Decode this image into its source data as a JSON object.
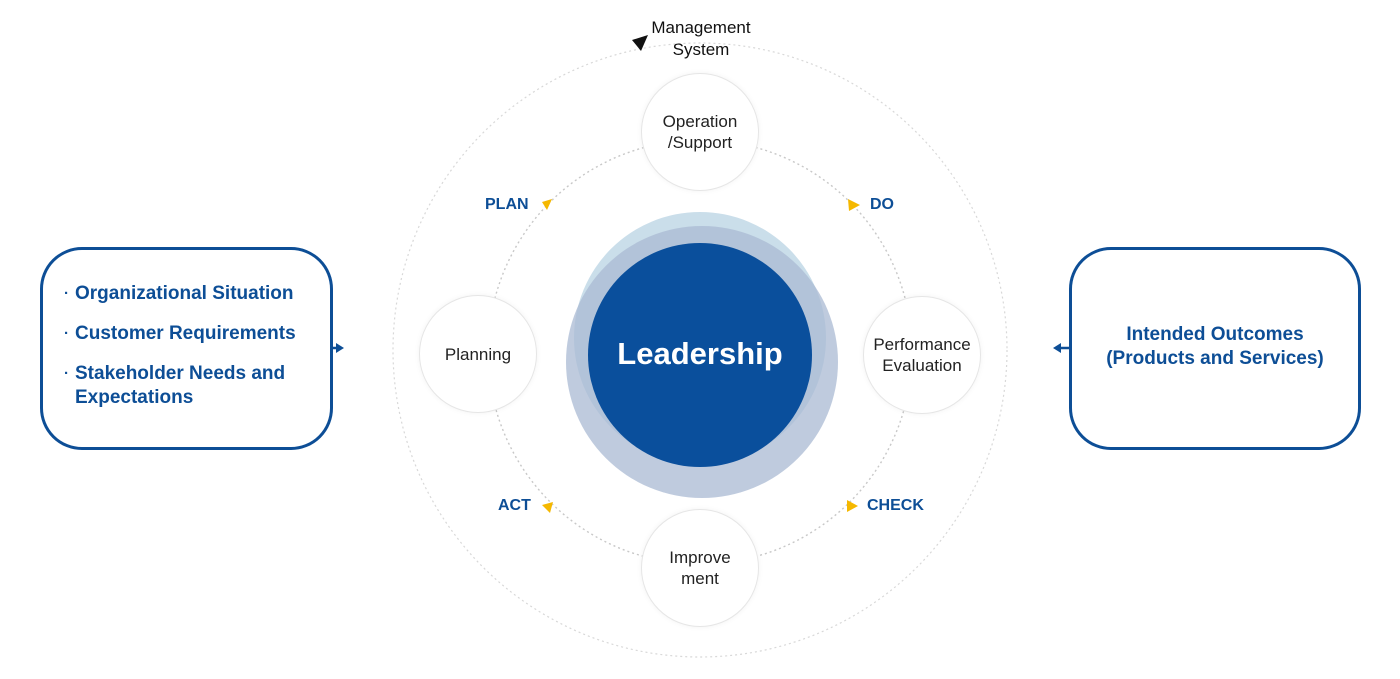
{
  "diagram": {
    "management_system": {
      "line1": "Management",
      "line2": "System"
    },
    "center": "Leadership",
    "nodes": {
      "top": {
        "line1": "Operation",
        "line2": "/Support"
      },
      "left": {
        "line1": "Planning"
      },
      "right": {
        "line1": "Performance",
        "line2": "Evaluation"
      },
      "bottom": {
        "line1": "Improve",
        "line2": "ment"
      }
    },
    "phases": {
      "plan": "PLAN",
      "do": "DO",
      "check": "CHECK",
      "act": "ACT"
    },
    "inputs": {
      "bullet": "·",
      "item1": "Organizational Situation",
      "item2": "Customer Requirements",
      "item3_line1": "Stakeholder Needs and",
      "item3_line2": "Expectations"
    },
    "outputs": {
      "line1": "Intended Outcomes",
      "line2": "(Products and Services)"
    },
    "colors": {
      "primary": "#0d4e96",
      "center_fill": "#0a4f9c",
      "halo_light": "#c4dae8",
      "halo_dark": "#a9b9d3",
      "arrow_yellow": "#f5b800",
      "dotted_ring": "#cccccc"
    }
  }
}
